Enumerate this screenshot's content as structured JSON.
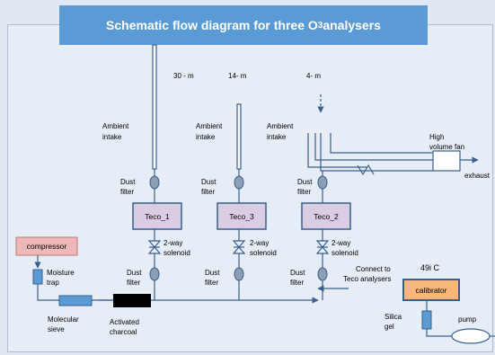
{
  "title": {
    "main": "Schematic flow diagram for three O",
    "sub": "3",
    "tail": " analysers"
  },
  "heights": {
    "h30": "30 - m",
    "h14": "14- m",
    "h4": "4- m"
  },
  "labels": {
    "ambient": "Ambient",
    "intake": "intake",
    "dust": "Dust",
    "filter": "filter",
    "way2": "2-way",
    "solenoid": "solenoid",
    "high": "High",
    "volume_fan": "volume fan",
    "exhaust": "exhaust",
    "moisture": "Moisture",
    "trap": "trap",
    "molecular": "Molecular",
    "sieve": "sieve",
    "activated": "Activated",
    "charcoal": "charcoal",
    "connect_to": "Connect to",
    "teco_analysers": "Teco analysers",
    "model_49i": "49i C",
    "silica": "Silica",
    "gel": "gel",
    "pump": "pump"
  },
  "boxes": {
    "teco1": "Teco_1",
    "teco3": "Teco_3",
    "teco2": "Teco_2",
    "compressor": "compressor",
    "calibrator": "calibrator"
  },
  "colors": {
    "title_bg": "#5b9bd5",
    "frame_bg": "#e6edf6",
    "teco_fill": "#d9cde4",
    "compressor_fill": "#efb8b8",
    "calibrator_fill": "#f7b67a",
    "line": "#3a5f8c",
    "sieve_fill": "#5b9bd5",
    "charcoal_fill": "#000000"
  }
}
